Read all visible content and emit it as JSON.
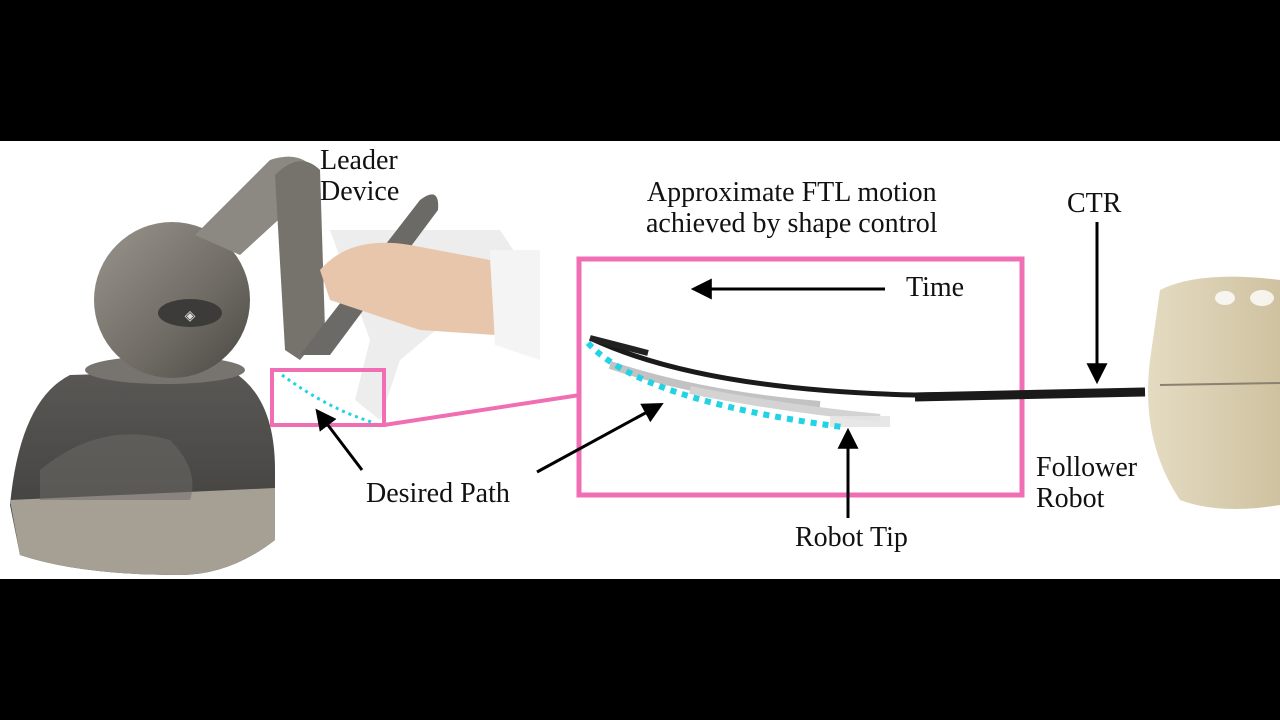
{
  "labels": {
    "leader_device": "Leader\nDevice",
    "ftl_caption": "Approximate FTL motion\nachieved by shape control",
    "time": "Time",
    "ctr": "CTR",
    "desired_path": "Desired Path",
    "robot_tip": "Robot Tip",
    "follower_robot": "Follower\nRobot"
  },
  "colors": {
    "highlight_box": "#f06eb4",
    "desired_path": "#22d3e6",
    "background": "#000000",
    "panel": "#ffffff"
  }
}
